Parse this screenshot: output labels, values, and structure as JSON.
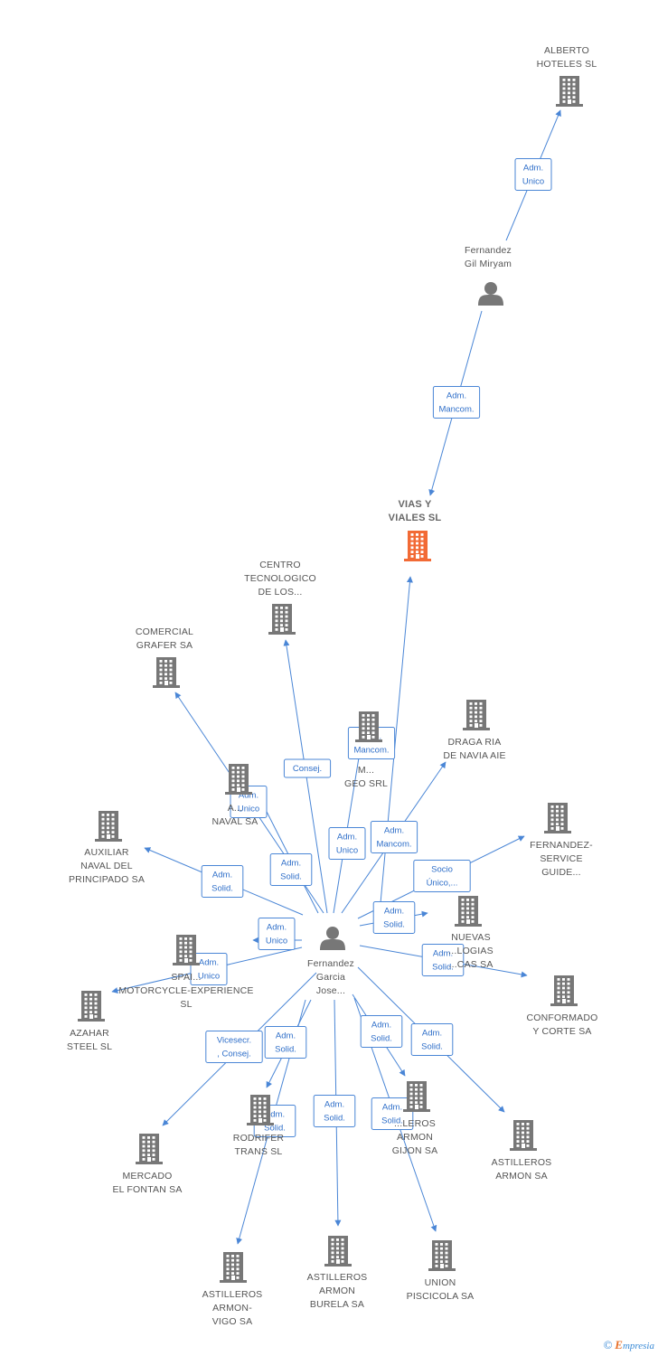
{
  "colors": {
    "company": "#777777",
    "main": "#f26a35",
    "person": "#777777",
    "edge": "#4a86d6"
  },
  "nodes": [
    {
      "id": "alberto",
      "type": "company",
      "label": [
        "ALBERTO",
        "HOTELES SL"
      ]
    },
    {
      "id": "miryam",
      "type": "person",
      "label": [
        "Fernandez",
        "Gil Miryam"
      ]
    },
    {
      "id": "vias",
      "type": "main",
      "label": [
        "VIAS Y",
        "VIALES SL"
      ]
    },
    {
      "id": "centro",
      "type": "company",
      "label": [
        "CENTRO",
        "TECNOLOGICO",
        "DE LOS..."
      ]
    },
    {
      "id": "grafer",
      "type": "company",
      "label": [
        "COMERCIAL",
        "GRAFER SA"
      ]
    },
    {
      "id": "geo",
      "type": "company",
      "label": [
        "M...",
        "GEO SRL"
      ]
    },
    {
      "id": "draga",
      "type": "company",
      "label": [
        "DRAGA RIA",
        "DE NAVIA AIE"
      ]
    },
    {
      "id": "anaval",
      "type": "company",
      "label": [
        "A...",
        "NAVAL SA"
      ]
    },
    {
      "id": "auxiliar",
      "type": "company",
      "label": [
        "AUXILIAR",
        "NAVAL DEL",
        "PRINCIPADO SA"
      ]
    },
    {
      "id": "fservice",
      "type": "company",
      "label": [
        "FERNANDEZ-",
        "SERVICE",
        "GUIDE..."
      ]
    },
    {
      "id": "nuevas",
      "type": "company",
      "label": [
        "NUEVAS",
        "...LOGIAS",
        "...CAS SA"
      ]
    },
    {
      "id": "jose",
      "type": "person",
      "label": [
        "Fernandez",
        "Garcia",
        "Jose..."
      ]
    },
    {
      "id": "spain",
      "type": "company",
      "label": [
        "SPAI...",
        "MOTORCYCLE-EXPERIENCE",
        "SL"
      ]
    },
    {
      "id": "azahar",
      "type": "company",
      "label": [
        "AZAHAR",
        "STEEL  SL"
      ]
    },
    {
      "id": "conformado",
      "type": "company",
      "label": [
        "CONFORMADO",
        "Y CORTE SA"
      ]
    },
    {
      "id": "mercado",
      "type": "company",
      "label": [
        "MERCADO",
        "EL FONTAN SA"
      ]
    },
    {
      "id": "rodrifer",
      "type": "company",
      "label": [
        "RODRIFER",
        "TRANS  SL"
      ]
    },
    {
      "id": "gijon",
      "type": "company",
      "label": [
        "...LEROS",
        "ARMON",
        "GIJON SA"
      ]
    },
    {
      "id": "armon",
      "type": "company",
      "label": [
        "ASTILLEROS",
        "ARMON SA"
      ]
    },
    {
      "id": "vigo",
      "type": "company",
      "label": [
        "ASTILLEROS",
        "ARMON-",
        "VIGO SA"
      ]
    },
    {
      "id": "burela",
      "type": "company",
      "label": [
        "ASTILLEROS",
        "ARMON",
        "BURELA SA"
      ]
    },
    {
      "id": "union",
      "type": "company",
      "label": [
        "UNION",
        "PISCICOLA SA"
      ]
    }
  ],
  "edges": [
    {
      "from": "miryam",
      "to": "alberto",
      "label": [
        "Adm.",
        "Unico"
      ]
    },
    {
      "from": "miryam",
      "to": "vias",
      "label": [
        "Adm.",
        "Mancom."
      ]
    },
    {
      "from": "jose",
      "to": "vias",
      "label": [
        "Adm.",
        "Mancom."
      ]
    },
    {
      "from": "jose",
      "to": "centro",
      "label": [
        "Consej."
      ]
    },
    {
      "from": "jose",
      "to": "grafer",
      "label": [
        "Adm.",
        "Unico"
      ]
    },
    {
      "from": "jose",
      "to": "geo",
      "label": [
        "Adm.",
        "Unico"
      ]
    },
    {
      "from": "jose",
      "to": "draga",
      "label": [
        "Adm.",
        "Mancom."
      ]
    },
    {
      "from": "jose",
      "to": "anaval",
      "label": [
        "Adm.",
        "Solid."
      ]
    },
    {
      "from": "jose",
      "to": "auxiliar",
      "label": [
        "Adm.",
        "Solid."
      ]
    },
    {
      "from": "jose",
      "to": "fservice",
      "label": [
        "Socio",
        "Único,..."
      ]
    },
    {
      "from": "jose",
      "to": "nuevas",
      "label": [
        "Adm.",
        "Solid."
      ]
    },
    {
      "from": "jose",
      "to": "spain",
      "label": [
        "Adm.",
        "Unico"
      ]
    },
    {
      "from": "jose",
      "to": "azahar",
      "label": [
        "Adm.",
        "Unico"
      ]
    },
    {
      "from": "jose",
      "to": "conformado",
      "label": [
        "Adm.",
        "Solid."
      ]
    },
    {
      "from": "jose",
      "to": "mercado",
      "label": [
        "Vicesecr.",
        ", Consej."
      ]
    },
    {
      "from": "jose",
      "to": "rodrifer",
      "label": [
        "Adm.",
        "Solid."
      ]
    },
    {
      "from": "jose",
      "to": "vigo",
      "label": [
        "Adm.",
        "Solid."
      ]
    },
    {
      "from": "jose",
      "to": "burela",
      "label": [
        "Adm.",
        "Solid."
      ]
    },
    {
      "from": "jose",
      "to": "gijon",
      "label": [
        "Adm.",
        "Solid."
      ]
    },
    {
      "from": "jose",
      "to": "union",
      "label": [
        "Adm.",
        "Solid."
      ]
    },
    {
      "from": "jose",
      "to": "armon",
      "label": [
        "Adm.",
        "Solid."
      ]
    }
  ],
  "footer": {
    "copyright": "©",
    "brand_initial": "E",
    "brand_rest": "mpresia"
  }
}
